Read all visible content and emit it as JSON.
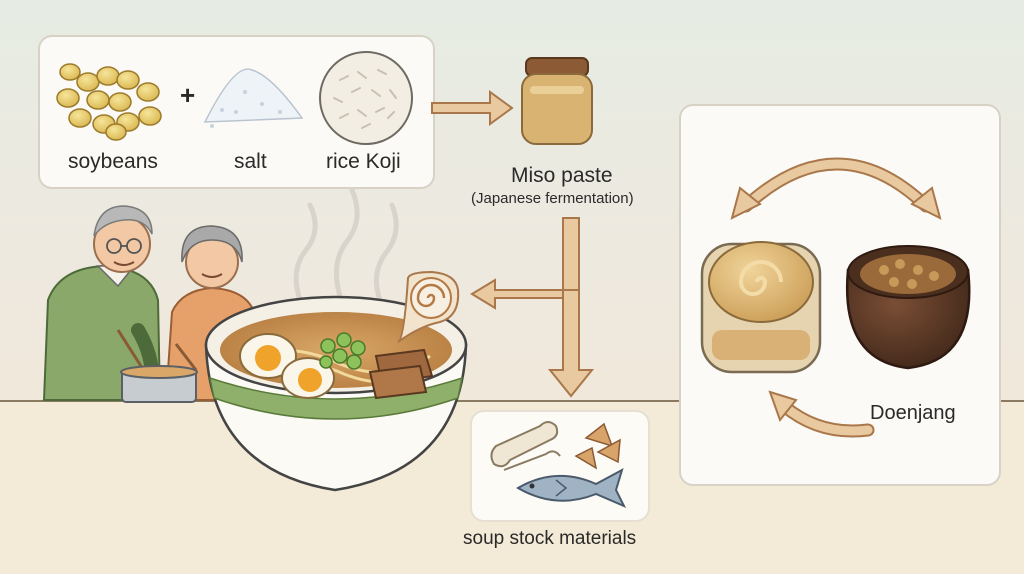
{
  "ingredients": {
    "soybeans": "soybeans",
    "salt": "salt",
    "rice_koji": "rice Koji",
    "plus": "+"
  },
  "miso": {
    "title": "Miso paste",
    "subtitle": "(Japanese fermentation)"
  },
  "doenjang": {
    "label": "Doenjang"
  },
  "stock": {
    "label": "soup stock materials"
  }
}
